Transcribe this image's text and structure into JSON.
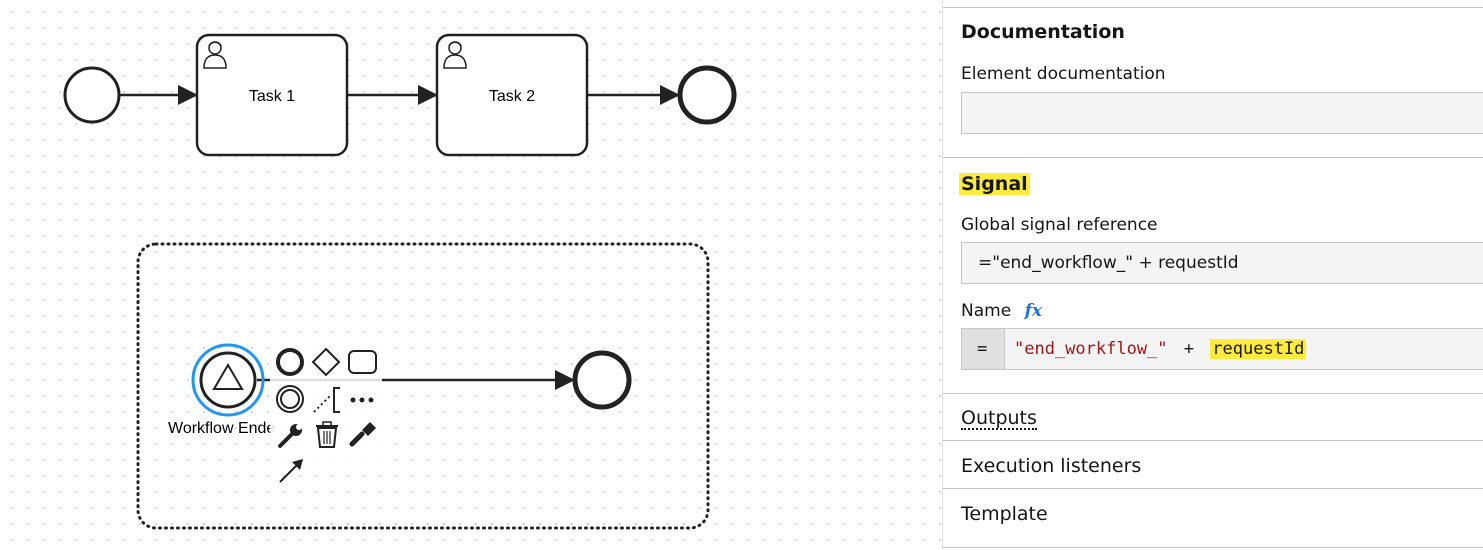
{
  "diagram": {
    "task1": {
      "label": "Task 1"
    },
    "task2": {
      "label": "Task 2"
    },
    "selected_event": {
      "label": "Workflow Ende"
    }
  },
  "panel": {
    "documentation": {
      "title": "Documentation",
      "field_label": "Element documentation",
      "value": ""
    },
    "signal": {
      "title": "Signal",
      "global_ref_label": "Global signal reference",
      "global_ref_value": "=\"end_workflow_\" + requestId",
      "name_label": "Name",
      "fx_icon": "fx",
      "name_prefix": "=",
      "name_string": "\"end_workflow_\"",
      "name_operator": "+",
      "name_variable": "requestId"
    },
    "outputs": {
      "title": "Outputs"
    },
    "execution_listeners": {
      "title": "Execution listeners"
    },
    "template": {
      "title": "Template"
    }
  },
  "colors": {
    "selection_blue": "#2196f3",
    "highlight_yellow": "#ffeb3b",
    "string_red": "#a31515",
    "fx_blue": "#1a73e8"
  }
}
